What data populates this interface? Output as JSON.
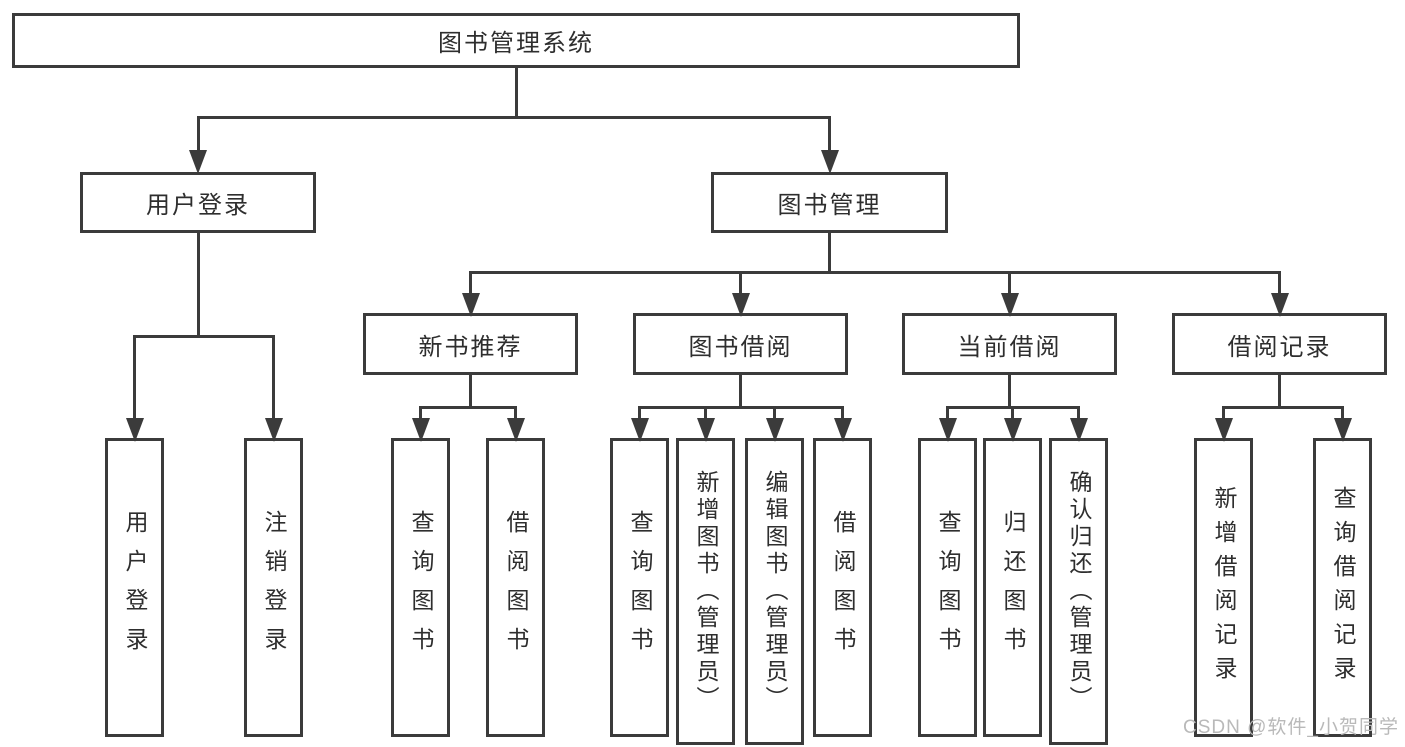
{
  "colors": {
    "line": "#3b3b3b",
    "text": "#2e2e2e",
    "background": "#ffffff",
    "watermark": "#b9b9b9"
  },
  "diagram": {
    "root": {
      "label": "图书管理系统"
    },
    "level2": [
      {
        "label": "用户登录"
      },
      {
        "label": "图书管理"
      }
    ],
    "level3": [
      {
        "label": "新书推荐"
      },
      {
        "label": "图书借阅"
      },
      {
        "label": "当前借阅"
      },
      {
        "label": "借阅记录"
      }
    ],
    "leaves": {
      "user_login": [
        "用户登录",
        "注销登录"
      ],
      "new_book": [
        "查询图书",
        "借阅图书"
      ],
      "book_borrow": [
        "查询图书",
        "新增图书（管理员）",
        "编辑图书（管理员）",
        "借阅图书"
      ],
      "current_borrow": [
        "查询图书",
        "归还图书",
        "确认归还（管理员）"
      ],
      "records": [
        "新增借阅记录",
        "查询借阅记录"
      ]
    }
  },
  "watermark": {
    "text": "CSDN @软件_小贺同学"
  }
}
